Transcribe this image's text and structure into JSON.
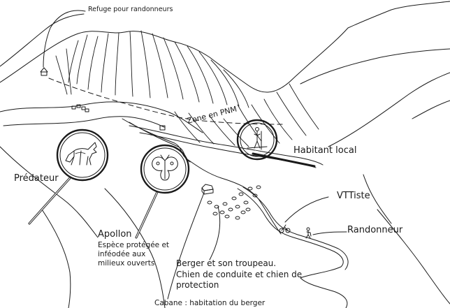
{
  "colors": {
    "ink": "#1a1a1a",
    "paper": "#ffffff"
  },
  "labels": {
    "refuge": "Refuge pour randonneurs",
    "zone_pnm": "Zone en PNM",
    "habitant": "Habitant local",
    "predateur": "Prédateur",
    "vttiste": "VTTiste",
    "randonneur": "Randonneur",
    "apollon_title": "Apollon",
    "apollon_desc": "Espèce protégée et\ninféodée aux\nmilieux ouverts",
    "berger": "Berger et son troupeau.\nChien de conduite et chien de\nprotection",
    "cabane": "Cabane : habitation du berger"
  },
  "icons": {
    "predateur": "wolf-icon",
    "apollon": "butterfly-icon",
    "habitant": "person-icon",
    "vttiste": "cyclist-icon",
    "randonneur": "hiker-icon",
    "refuge": "hut-icon",
    "cabane": "cabin-icon",
    "troupeau": "sheep-flock-icon"
  }
}
